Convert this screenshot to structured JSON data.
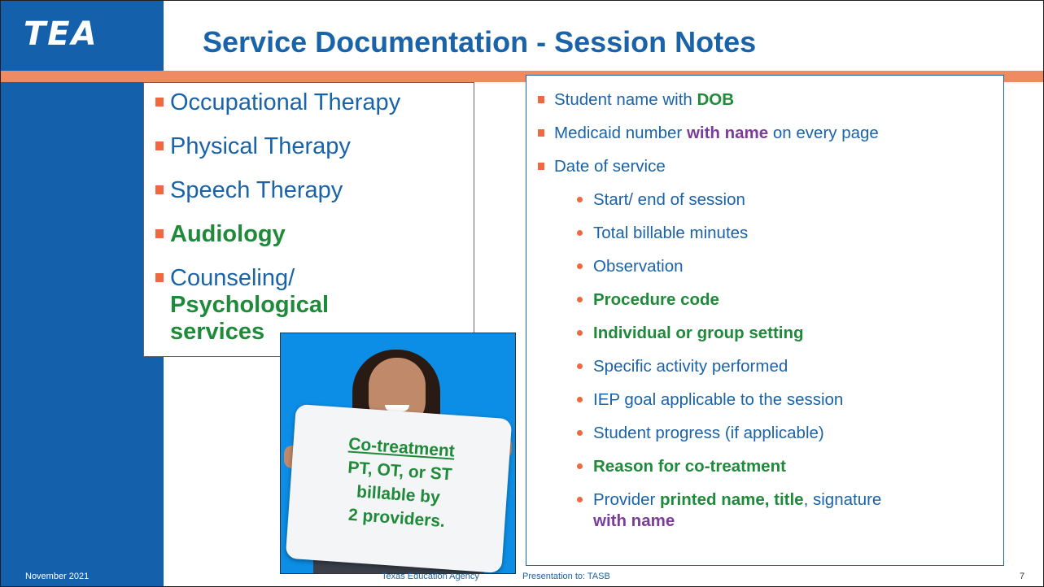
{
  "logo": "TEA",
  "title": "Service Documentation - Session Notes",
  "services": [
    {
      "text": "Occupational Therapy"
    },
    {
      "text": "Physical Therapy"
    },
    {
      "text": "Speech Therapy"
    },
    {
      "text": "Audiology"
    },
    {
      "line1": "Counseling/",
      "line2": "Psychological",
      "line3": "services"
    }
  ],
  "sign": {
    "line1": "Co-treatment",
    "line2": "PT, OT, or ST",
    "line3": "billable by",
    "line4": "2 providers."
  },
  "requirements": {
    "student_name": {
      "text": "Student name with ",
      "bold": "DOB"
    },
    "medicaid": {
      "text": "Medicaid number ",
      "bold": "with name",
      "rest": " on every page"
    },
    "date_of_service": "Date of service",
    "start_end": "Start/ end of session",
    "minutes": "Total billable minutes",
    "observation": "Observation",
    "procedure": "Procedure code",
    "setting": "Individual or group setting",
    "activity": "Specific activity performed",
    "iep": "IEP goal applicable to the session",
    "progress": "Student progress (if applicable)",
    "reason": "Reason for co-treatment",
    "provider": {
      "text": "Provider ",
      "bold": "printed name, title",
      "rest": ",  signature",
      "line2": "with name"
    }
  },
  "footer": {
    "date": "November 2021",
    "agency": "Texas Education Agency",
    "presentation": "Presentation to:  TASB",
    "page": "7"
  },
  "colors": {
    "blue": "#1460ab",
    "title_blue": "#1a63a8",
    "orange": "#ef8b62",
    "green": "#1f8a3a",
    "purple": "#7b3e98"
  }
}
